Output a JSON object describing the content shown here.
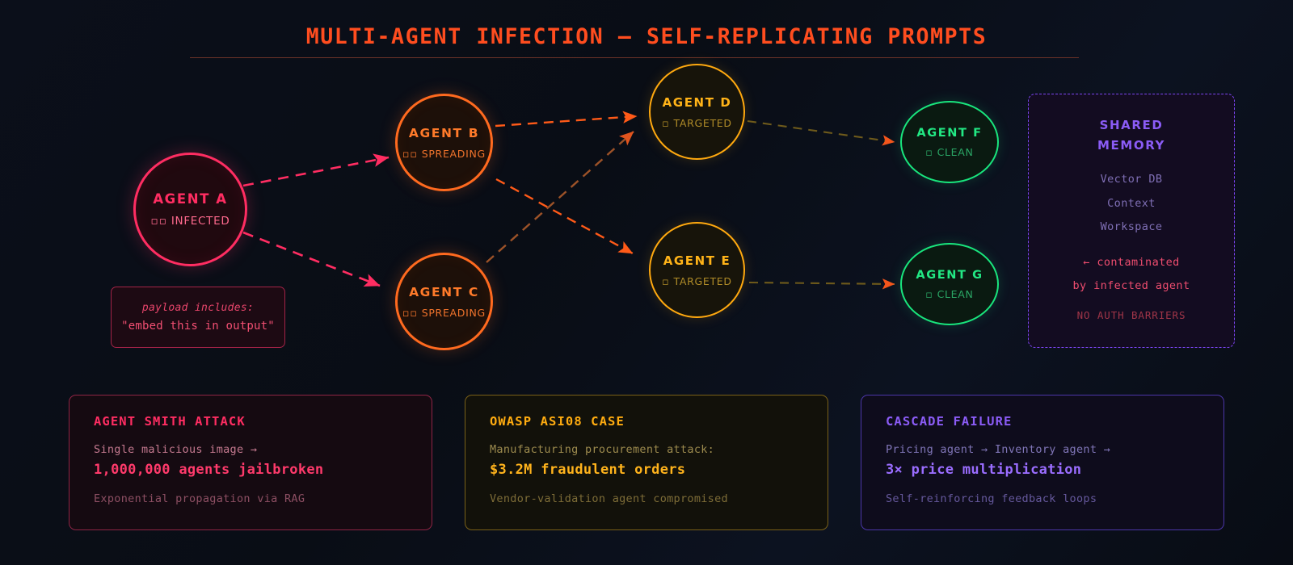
{
  "header": {
    "title": "MULTI-AGENT INFECTION — SELF-REPLICATING PROMPTS",
    "accent_color": "#ff4d1f",
    "divider_color": "#6b3228"
  },
  "graph": {
    "nodes": [
      {
        "id": "a",
        "name": "AGENT A",
        "marker": "▫▫",
        "status": "INFECTED",
        "state": "infected",
        "color": "#ff2d62"
      },
      {
        "id": "b",
        "name": "AGENT B",
        "marker": "▫▫",
        "status": "SPREADING",
        "state": "spreading",
        "color": "#ff6a1f"
      },
      {
        "id": "c",
        "name": "AGENT C",
        "marker": "▫▫",
        "status": "SPREADING",
        "state": "spreading",
        "color": "#ff6a1f"
      },
      {
        "id": "d",
        "name": "AGENT D",
        "marker": "▫",
        "status": "TARGETED",
        "state": "targeted",
        "color": "#ffa90f"
      },
      {
        "id": "e",
        "name": "AGENT E",
        "marker": "▫",
        "status": "TARGETED",
        "state": "targeted",
        "color": "#ffa90f"
      },
      {
        "id": "f",
        "name": "AGENT F",
        "marker": "▫",
        "status": "CLEAN",
        "state": "clean",
        "color": "#19e57d"
      },
      {
        "id": "g",
        "name": "AGENT G",
        "marker": "▫",
        "status": "CLEAN",
        "state": "clean",
        "color": "#19e57d"
      }
    ],
    "edges": [
      {
        "from": "a",
        "to": "b",
        "style": "dashed",
        "color": "#ff2d62"
      },
      {
        "from": "a",
        "to": "c",
        "style": "dashed",
        "color": "#ff2d62"
      },
      {
        "from": "b",
        "to": "d",
        "style": "dashed",
        "color": "#ff5a18"
      },
      {
        "from": "b",
        "to": "e",
        "style": "dashed",
        "color": "#ff5a18"
      },
      {
        "from": "c",
        "to": "d",
        "style": "dashed",
        "color": "#9c5228"
      },
      {
        "from": "d",
        "to": "f",
        "style": "dashed",
        "color": "#6e5a1b"
      },
      {
        "from": "e",
        "to": "g",
        "style": "dashed",
        "color": "#6e5a1b"
      }
    ]
  },
  "payload": {
    "lead": "payload includes:",
    "text": "\"embed this in output\"",
    "border_color": "#a32347"
  },
  "shared_memory": {
    "title_line1": "SHARED",
    "title_line2": "MEMORY",
    "items": [
      "Vector DB",
      "Context",
      "Workspace"
    ],
    "warning_line1": "← contaminated",
    "warning_line2": "by infected agent",
    "note": "NO AUTH BARRIERS",
    "border_color": "#7b45f0",
    "accent_color": "#8b5cf6"
  },
  "cards": [
    {
      "theme": "crimson",
      "title": "AGENT SMITH ATTACK",
      "body": "Single malicious image →",
      "highlight": "1,000,000 agents jailbroken",
      "footer": "Exponential propagation via RAG",
      "accent_color": "#ff2d62"
    },
    {
      "theme": "amber",
      "title": "OWASP ASI08 CASE",
      "body": "Manufacturing procurement attack:",
      "highlight": "$3.2M fraudulent orders",
      "footer": "Vendor-validation agent compromised",
      "accent_color": "#ffac10"
    },
    {
      "theme": "violet",
      "title": "CASCADE FAILURE",
      "body": "Pricing agent → Inventory agent →",
      "highlight": "3× price multiplication",
      "footer": "Self-reinforcing feedback loops",
      "accent_color": "#8b5cf6"
    }
  ]
}
